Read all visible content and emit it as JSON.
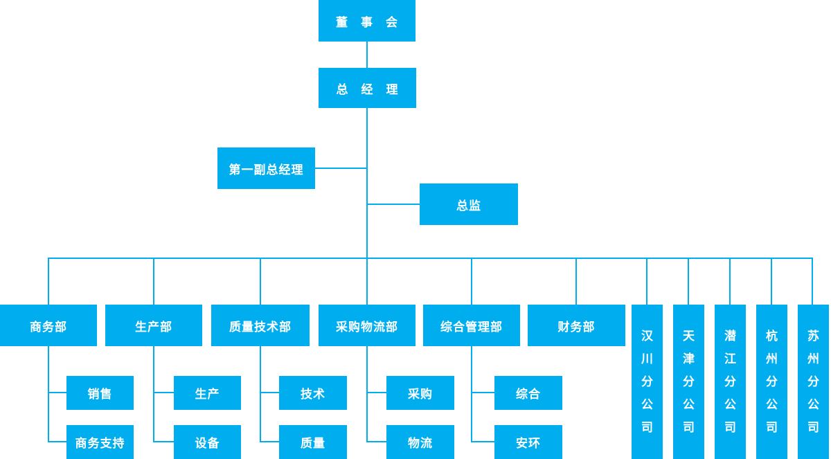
{
  "colors": {
    "node_fill": "#00AEEF",
    "connector_line": "#00AEEF",
    "node_text": "#FFFFFF",
    "background": "#FFFFFF"
  },
  "org": {
    "board": {
      "label": "董　事　会"
    },
    "general_manager": {
      "label": "总　经　理"
    },
    "first_deputy_general_manager": {
      "label": "第一副总经理"
    },
    "chief_director": {
      "label": "总监"
    },
    "departments": [
      {
        "label": "商务部",
        "children": [
          "销售",
          "商务支持"
        ]
      },
      {
        "label": "生产部",
        "children": [
          "生产",
          "设备"
        ]
      },
      {
        "label": "质量技术部",
        "children": [
          "技术",
          "质量"
        ]
      },
      {
        "label": "采购物流部",
        "children": [
          "采购",
          "物流"
        ]
      },
      {
        "label": "综合管理部",
        "children": [
          "综合",
          "安环"
        ]
      },
      {
        "label": "财务部",
        "children": []
      }
    ],
    "branch_companies": [
      {
        "label": "汉川分公司"
      },
      {
        "label": "天津分公司"
      },
      {
        "label": "潜江分公司"
      },
      {
        "label": "杭州分公司"
      },
      {
        "label": "苏州分公司"
      }
    ]
  }
}
